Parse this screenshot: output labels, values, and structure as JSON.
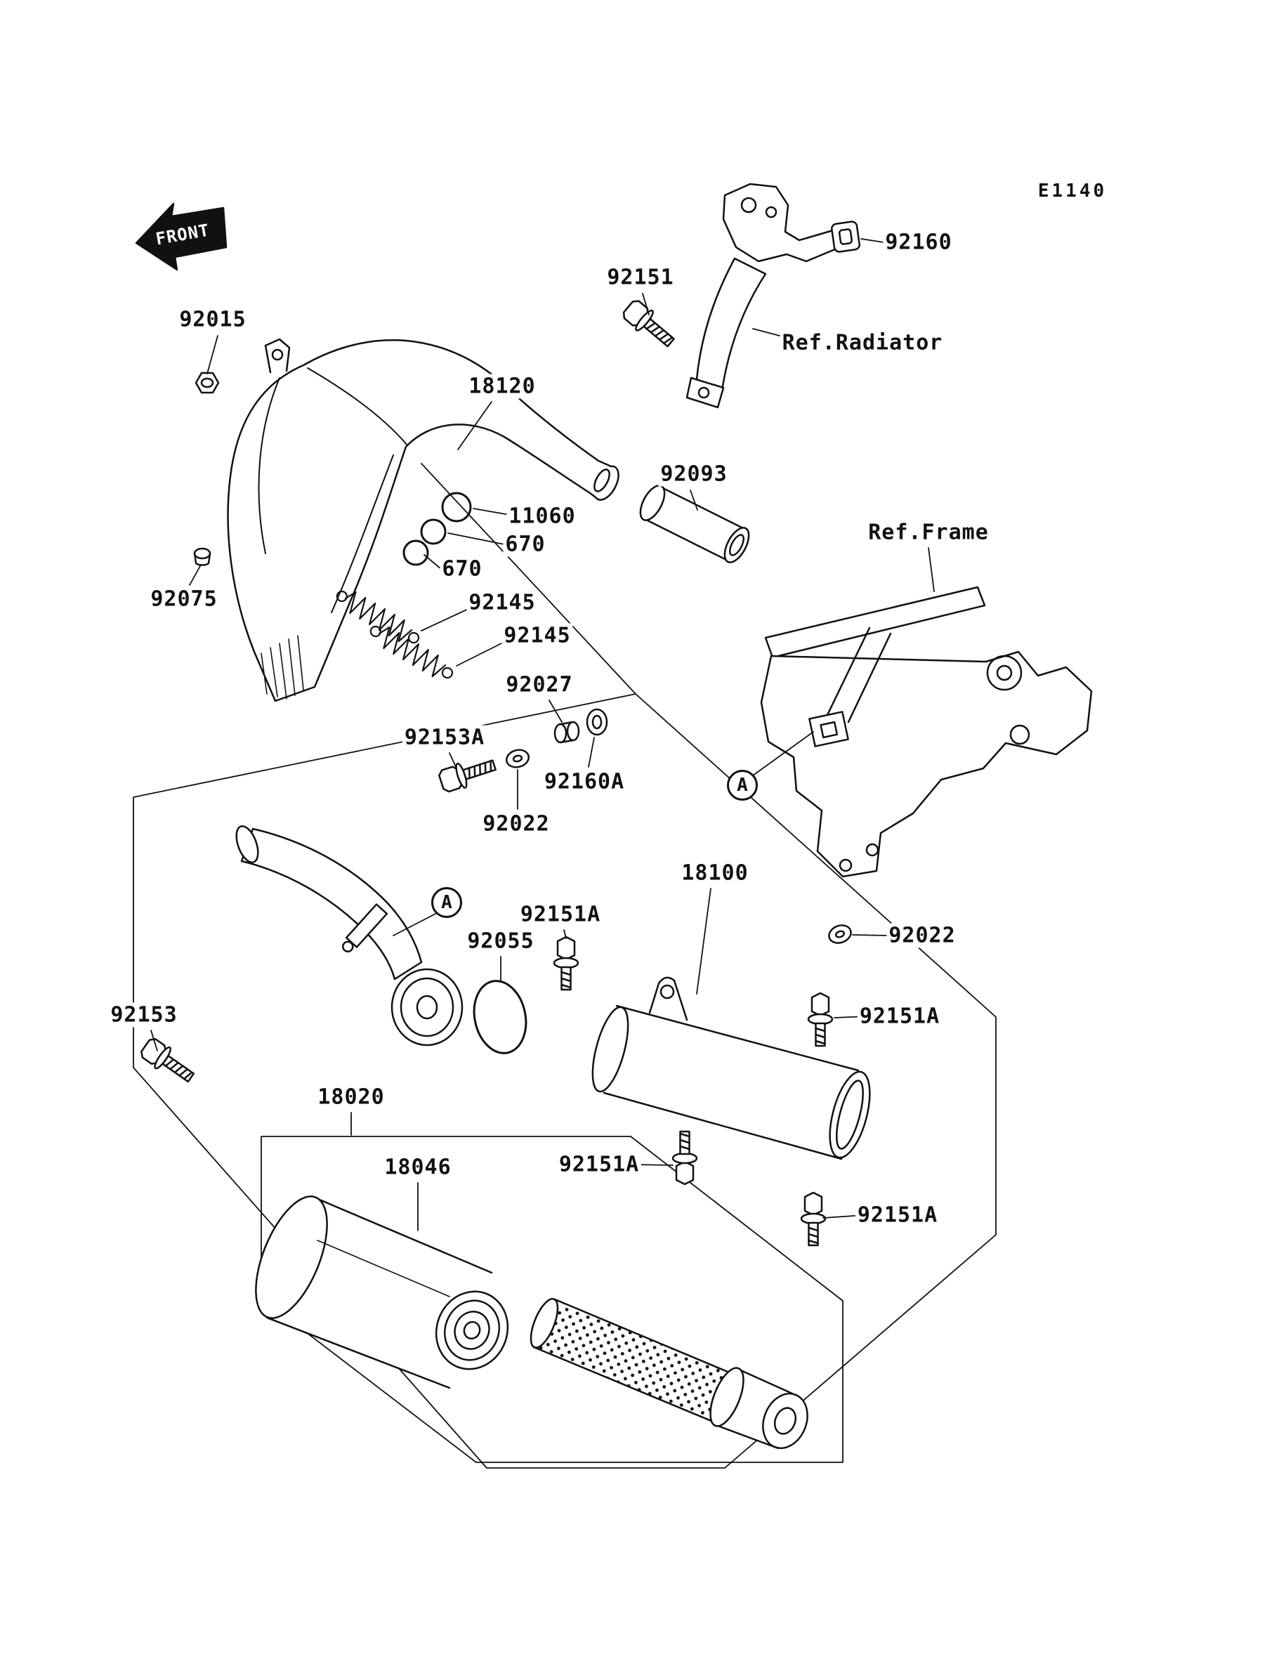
{
  "diagram": {
    "code": "E1140",
    "front_marker": "FRONT",
    "colors": {
      "ink": "#111111",
      "background": "#ffffff"
    },
    "view_markers": [
      {
        "text": "A"
      },
      {
        "text": "A"
      }
    ],
    "part_labels": [
      {
        "text": "92015"
      },
      {
        "text": "18120"
      },
      {
        "text": "92151"
      },
      {
        "text": "92160"
      },
      {
        "text": "Ref.Radiator"
      },
      {
        "text": "92093"
      },
      {
        "text": "Ref.Frame"
      },
      {
        "text": "11060"
      },
      {
        "text": "670"
      },
      {
        "text": "670"
      },
      {
        "text": "92075"
      },
      {
        "text": "92145"
      },
      {
        "text": "92145"
      },
      {
        "text": "92027"
      },
      {
        "text": "92153A"
      },
      {
        "text": "92160A"
      },
      {
        "text": "92022"
      },
      {
        "text": "18100"
      },
      {
        "text": "92151A"
      },
      {
        "text": "92055"
      },
      {
        "text": "92022"
      },
      {
        "text": "92153"
      },
      {
        "text": "92151A"
      },
      {
        "text": "18020"
      },
      {
        "text": "18046"
      },
      {
        "text": "92151A"
      },
      {
        "text": "92151A"
      }
    ]
  }
}
